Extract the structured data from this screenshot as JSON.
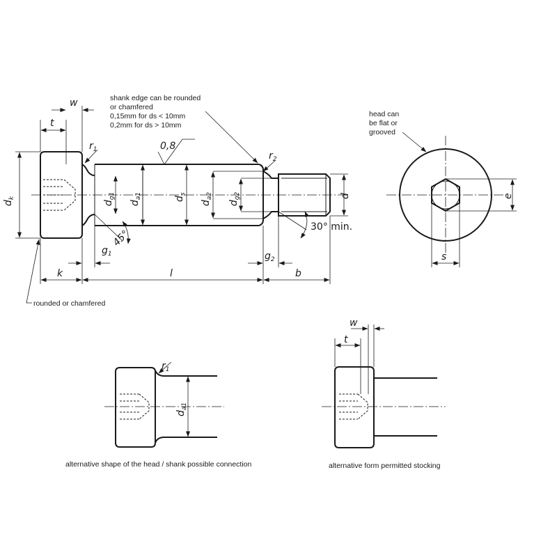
{
  "notes": {
    "shank_edge": [
      "shank edge can be rounded",
      "or chamfered",
      "0,15mm for ds < 10mm",
      "0,2mm for ds > 10mm"
    ],
    "head_can": [
      "head can",
      "be flat or",
      "grooved"
    ],
    "rounded": "rounded or chamfered",
    "caption_left": "alternative shape of the head / shank possible connection",
    "caption_right": "alternative form permitted stocking"
  },
  "labels": {
    "t": "t",
    "w": "w",
    "r": "r",
    "one": "1",
    "two": "2",
    "roughness": "0,8",
    "d": "d",
    "k": "k",
    "s": "s",
    "g": "g",
    "a": "a",
    "a1": "a1",
    "a2": "a2",
    "g1": "g1",
    "g2": "g2",
    "angle45": "45°",
    "angle30": "30° min.",
    "l": "l",
    "b": "b",
    "e": "e"
  }
}
